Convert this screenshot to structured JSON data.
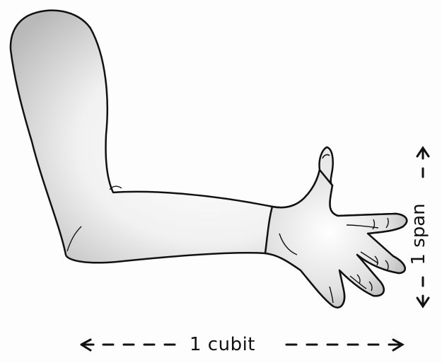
{
  "figure": {
    "subject": "arm-with-hand",
    "colors": {
      "outline": "#111111",
      "fill_light": "#ffffff",
      "fill_shade": "#bdbdbd",
      "background": "#fdfdfd"
    }
  },
  "measurements": {
    "cubit_label": "1 cubit",
    "span_label": "1 span"
  }
}
